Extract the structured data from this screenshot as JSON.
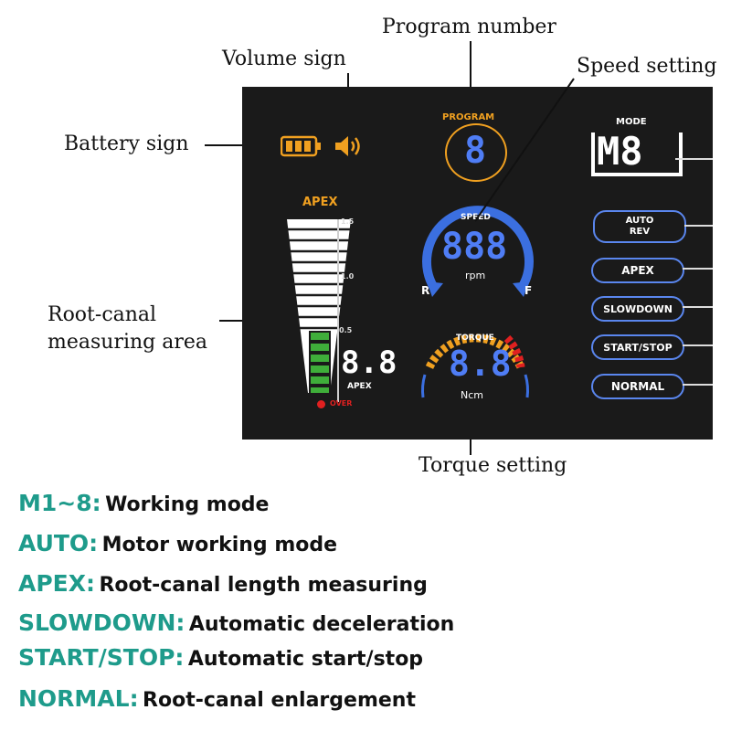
{
  "callouts": {
    "program_number": "Program number",
    "volume_sign": "Volume sign",
    "speed_setting": "Speed setting",
    "battery_sign": "Battery sign",
    "root_canal_area_line1": "Root-canal",
    "root_canal_area_line2": "measuring area",
    "torque_setting": "Torque setting"
  },
  "display": {
    "program_label": "PROGRAM",
    "program_digit": "8",
    "mode_label": "MODE",
    "mode_value": "M8",
    "apex_label": "APEX",
    "apex_scale": [
      "1.5",
      "1.0",
      "0.5"
    ],
    "apex_digits": "8.8",
    "apex_sub_label": "APEX",
    "over_label": "OVER",
    "speed_label": "SPEED",
    "speed_digits": "888",
    "speed_unit": "rpm",
    "reverse_label": "R",
    "forward_label": "F",
    "torque_label": "TORQUE",
    "torque_digits": "8.8",
    "torque_unit": "Ncm",
    "buttons": {
      "auto": "AUTO",
      "rev": "REV",
      "apex": "APEX",
      "slowdown": "SLOWDOWN",
      "start_stop": "START/STOP",
      "normal": "NORMAL"
    }
  },
  "legend": [
    {
      "key": "M1~8:",
      "value": "Working mode"
    },
    {
      "key": "AUTO:",
      "value": "Motor working mode"
    },
    {
      "key": "APEX:",
      "value": "Root-canal length measuring"
    },
    {
      "key": "SLOWDOWN:",
      "value": "Automatic deceleration"
    },
    {
      "key": "START/STOP:",
      "value": "Automatic start/stop"
    },
    {
      "key": "NORMAL:",
      "value": "Root-canal enlargement"
    }
  ],
  "colors": {
    "lcd_background": "#1a1a1a",
    "segment_blue": "#4f7df5",
    "battery_orange": "#f0a020",
    "apex_green": "#3fae3a",
    "legend_teal": "#1e9b8b",
    "over_red": "#e02020"
  }
}
